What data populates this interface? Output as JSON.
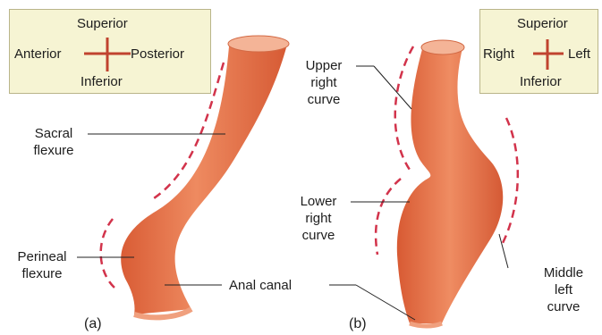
{
  "compass_a": {
    "top": "Superior",
    "left": "Anterior",
    "right": "Posterior",
    "bottom": "Inferior"
  },
  "compass_b": {
    "top": "Superior",
    "left": "Right",
    "right": "Left",
    "bottom": "Inferior"
  },
  "labels": {
    "sacral_line1": "Sacral",
    "sacral_line2": "flexure",
    "perineal_line1": "Perineal",
    "perineal_line2": "flexure",
    "anal_canal": "Anal canal",
    "upper_line1": "Upper",
    "upper_line2": "right",
    "upper_line3": "curve",
    "lower_line1": "Lower",
    "lower_line2": "right",
    "lower_line3": "curve",
    "middle_line1": "Middle",
    "middle_line2": "left",
    "middle_line3": "curve"
  },
  "captions": {
    "a": "(a)",
    "b": "(b)"
  },
  "colors": {
    "rectum_fill": "#e6744d",
    "rectum_top": "#f4b497",
    "dashed_curve": "#d2334b",
    "compass_bg": "#f6f4d3",
    "compass_cross": "#c0432f"
  }
}
